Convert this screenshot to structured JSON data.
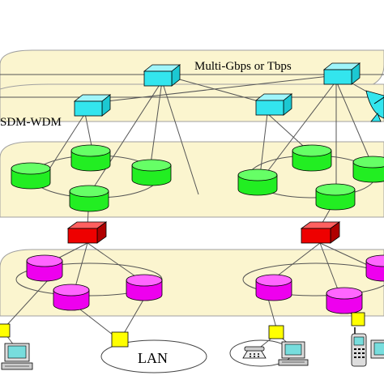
{
  "labels": {
    "top_rate": "Multi-Gbps or Tbps",
    "sdm": "SDM-WDM",
    "lan": "LAN"
  },
  "colors": {
    "plane_fill": "#fbf5cf",
    "plane_stroke": "#a0a0a0",
    "cyan": "#33e5ee",
    "green": "#22ee22",
    "red": "#ee0000",
    "magenta": "#ee00ee",
    "yellow": "#ffff00"
  },
  "icons": [
    "satellite-dish-icon",
    "telephone-icon",
    "computer-icon",
    "cell-phone-icon"
  ]
}
